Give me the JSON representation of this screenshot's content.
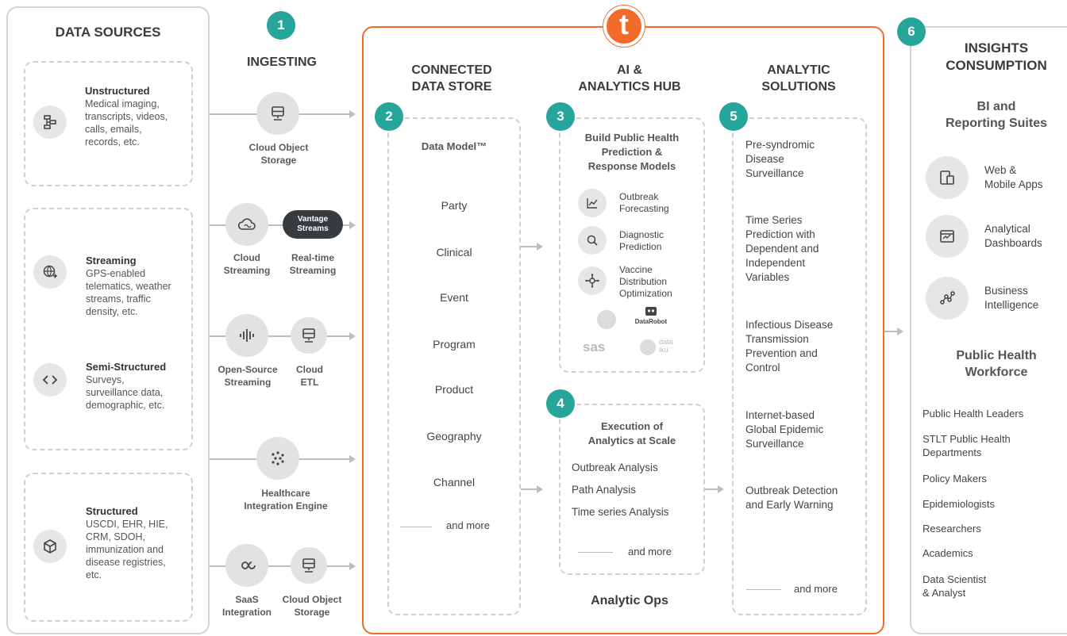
{
  "data_sources": {
    "title": "DATA SOURCES",
    "unstructured": {
      "title": "Unstructured",
      "text": [
        "Medical imaging,",
        "transcripts, videos,",
        "calls, emails,",
        "records, etc."
      ]
    },
    "streaming": {
      "title": "Streaming",
      "text": [
        "GPS-enabled",
        "telematics, weather",
        "streams, traffic",
        "density, etc."
      ]
    },
    "semi": {
      "title": "Semi-Structured",
      "text": [
        "Surveys,",
        "surveillance data,",
        "demographic, etc."
      ]
    },
    "structured": {
      "title": "Structured",
      "text": [
        "USCDI, EHR, HIE,",
        "CRM, SDOH,",
        "immunization and",
        "disease registries,",
        "etc."
      ]
    }
  },
  "ingesting": {
    "num": "1",
    "title": "INGESTING",
    "cloud_object_storage": [
      "Cloud Object",
      "Storage"
    ],
    "cloud_streaming": [
      "Cloud",
      "Streaming"
    ],
    "vantage": [
      "Vantage",
      "Streams"
    ],
    "realtime": [
      "Real-time",
      "Streaming"
    ],
    "open_source": [
      "Open-Source",
      "Streaming"
    ],
    "cloud_etl": [
      "Cloud",
      "ETL"
    ],
    "healthcare": [
      "Healthcare",
      "Integration Engine"
    ],
    "saas": [
      "SaaS",
      "Integration"
    ],
    "cloud_object_storage2": [
      "Cloud Object",
      "Storage"
    ]
  },
  "teradata_logo": "t",
  "store": {
    "num": "2",
    "title": [
      "CONNECTED",
      "DATA STORE"
    ],
    "model": "Data Model™",
    "items": [
      "Party",
      "Clinical",
      "Event",
      "Program",
      "Product",
      "Geography",
      "Channel"
    ],
    "more": "and more"
  },
  "hub": {
    "num3": "3",
    "num4": "4",
    "title": [
      "AI &",
      "ANALYTICS HUB"
    ],
    "build_title": [
      "Build Public Health",
      "Prediction &",
      "Response  Models"
    ],
    "models": [
      {
        "label": [
          "Outbreak",
          "Forecasting"
        ],
        "icon": "chart-icon"
      },
      {
        "label": [
          "Diagnostic",
          "Prediction"
        ],
        "icon": "search-icon"
      },
      {
        "label": [
          "Vaccine",
          "Distribution",
          "Optimization"
        ],
        "icon": "network-icon"
      }
    ],
    "partners": {
      "datarobot": "DataRobot",
      "sas": "sas",
      "dataiku": [
        "data",
        "iku"
      ]
    },
    "exec_title": [
      "Execution of",
      "Analytics at Scale"
    ],
    "exec_items": [
      "Outbreak Analysis",
      "Path Analysis",
      "Time series Analysis"
    ],
    "more": "and more",
    "ops": "Analytic Ops"
  },
  "solutions": {
    "num": "5",
    "title": [
      "ANALYTIC",
      "SOLUTIONS"
    ],
    "items": [
      [
        "Pre-syndromic",
        "Disease",
        "Surveillance"
      ],
      [
        "Time Series",
        "Prediction with",
        "Dependent and",
        "Independent",
        "Variables"
      ],
      [
        "Infectious Disease",
        "Transmission",
        "Prevention and",
        "Control"
      ],
      [
        "Internet-based",
        "Global Epidemic",
        "Surveillance"
      ],
      [
        "Outbreak Detection",
        "and Early Warning"
      ]
    ],
    "more": "and more"
  },
  "insights": {
    "num": "6",
    "title": [
      "INSIGHTS",
      "CONSUMPTION"
    ],
    "bi_title": [
      "BI and",
      "Reporting Suites"
    ],
    "bi_items": [
      {
        "label": [
          "Web &",
          "Mobile Apps"
        ],
        "icon": "mobile-icon"
      },
      {
        "label": [
          "Analytical",
          "Dashboards"
        ],
        "icon": "dashboard-icon"
      },
      {
        "label": [
          "Business",
          "Intelligence"
        ],
        "icon": "bi-icon"
      }
    ],
    "workforce_title": [
      "Public Health",
      "Workforce"
    ],
    "workforce": [
      "Public Health Leaders",
      "STLT Public Health\nDepartments",
      "Policy Makers",
      "Epidemiologists",
      "Researchers",
      "Academics",
      "Data Scientist\n& Analyst"
    ]
  },
  "colors": {
    "accent_orange": "#f26b2b",
    "teal": "#26a69a",
    "border": "#d4d4d4"
  }
}
